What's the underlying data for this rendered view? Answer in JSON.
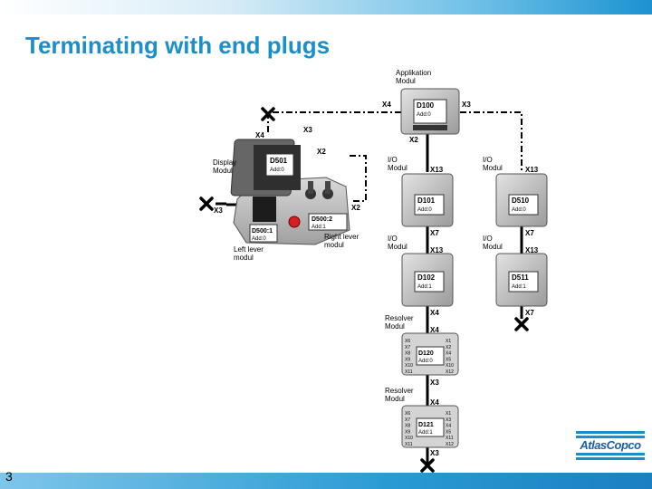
{
  "slide": {
    "title": "Terminating with end plugs",
    "page_number": "3"
  },
  "logo": {
    "text": "AtlasCopco"
  },
  "colors": {
    "title": "#1b8fc9",
    "accent": "#1b8fc9",
    "bus_line": "#000000"
  },
  "applikation": {
    "label_line1": "Applikation",
    "label_line2": "Modul",
    "id": "D100",
    "addr": "Add:0",
    "left_port": "X4",
    "right_port": "X3",
    "bottom_port": "X2"
  },
  "display": {
    "label_line1": "Display",
    "label_line2": "Modul",
    "id": "D501",
    "addr": "Add:0",
    "ports": {
      "top": "X4",
      "mid": "X3",
      "right_top": "X2",
      "left": "X3",
      "right": "X2"
    }
  },
  "left_lever": {
    "label_line1": "Left lever",
    "label_line2": "modul",
    "id": "D500:1",
    "addr": "Add:0"
  },
  "right_lever": {
    "label_line1": "Right lever",
    "label_line2": "modul",
    "id": "D500:2",
    "addr": "Add:1"
  },
  "io_left": [
    {
      "label_line1": "I/O",
      "label_line2": "Modul",
      "id": "D101",
      "addr": "Add:0",
      "top_port": "X13",
      "bottom_port": "X7"
    },
    {
      "label_line1": "I/O",
      "label_line2": "Modul",
      "id": "D102",
      "addr": "Add:1",
      "top_port": "X13",
      "bottom_port": "X4"
    }
  ],
  "io_right": [
    {
      "label_line1": "I/O",
      "label_line2": "Modul",
      "id": "D510",
      "addr": "Add:0",
      "top_port": "X13",
      "bottom_port": "X7"
    },
    {
      "label_line1": "I/O",
      "label_line2": "Modul",
      "id": "D511",
      "addr": "Add:1",
      "top_port": "X13",
      "bottom_port": "X7"
    }
  ],
  "resolvers": [
    {
      "label_line1": "Resolver",
      "label_line2": "Modul",
      "id": "D120",
      "addr": "Add:0",
      "top_port": "X4",
      "bottom_port": "X3",
      "left_pins": [
        "X6",
        "X7",
        "X8",
        "X9",
        "X10",
        "X11"
      ],
      "right_pins": [
        "X1",
        "X2",
        "X4",
        "X5",
        "X10",
        "X12"
      ]
    },
    {
      "label_line1": "Resolver",
      "label_line2": "Modul",
      "id": "D121",
      "addr": "Add:1",
      "top_port": "X4",
      "bottom_port": "X3",
      "left_pins": [
        "X6",
        "X7",
        "X8",
        "X9",
        "X10",
        "X11"
      ],
      "right_pins": [
        "X1",
        "X3",
        "X4",
        "X5",
        "X11",
        "X12"
      ]
    }
  ]
}
